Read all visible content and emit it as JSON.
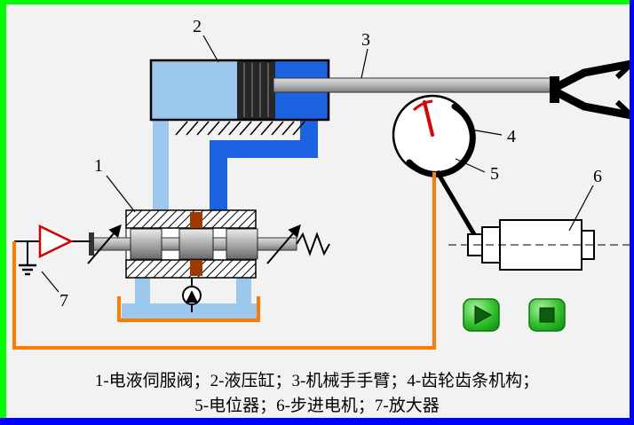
{
  "diagram": {
    "labels": {
      "l1": "1",
      "l2": "2",
      "l3": "3",
      "l4": "4",
      "l5": "5",
      "l6": "6",
      "l7": "7"
    },
    "caption": {
      "line1": "1-电液伺服阀；2-液压缸；3-机械手手臂；4-齿轮齿条机构；",
      "line2": "5-电位器；6-步进电机；7-放大器"
    },
    "icons": {
      "play": "play-triangle-icon",
      "stop": "stop-square-icon",
      "pump": "pump-check-valve-icon",
      "ground": "ground-icon"
    },
    "colors": {
      "border_green": "#00FF00",
      "border_blue": "#0000FF",
      "hydraulic_blue": "#1B63E0",
      "light_blue": "#9CC8EE",
      "wire_orange": "#FF7A00",
      "needle_red": "#E10000",
      "button_green": "#18A818"
    }
  }
}
